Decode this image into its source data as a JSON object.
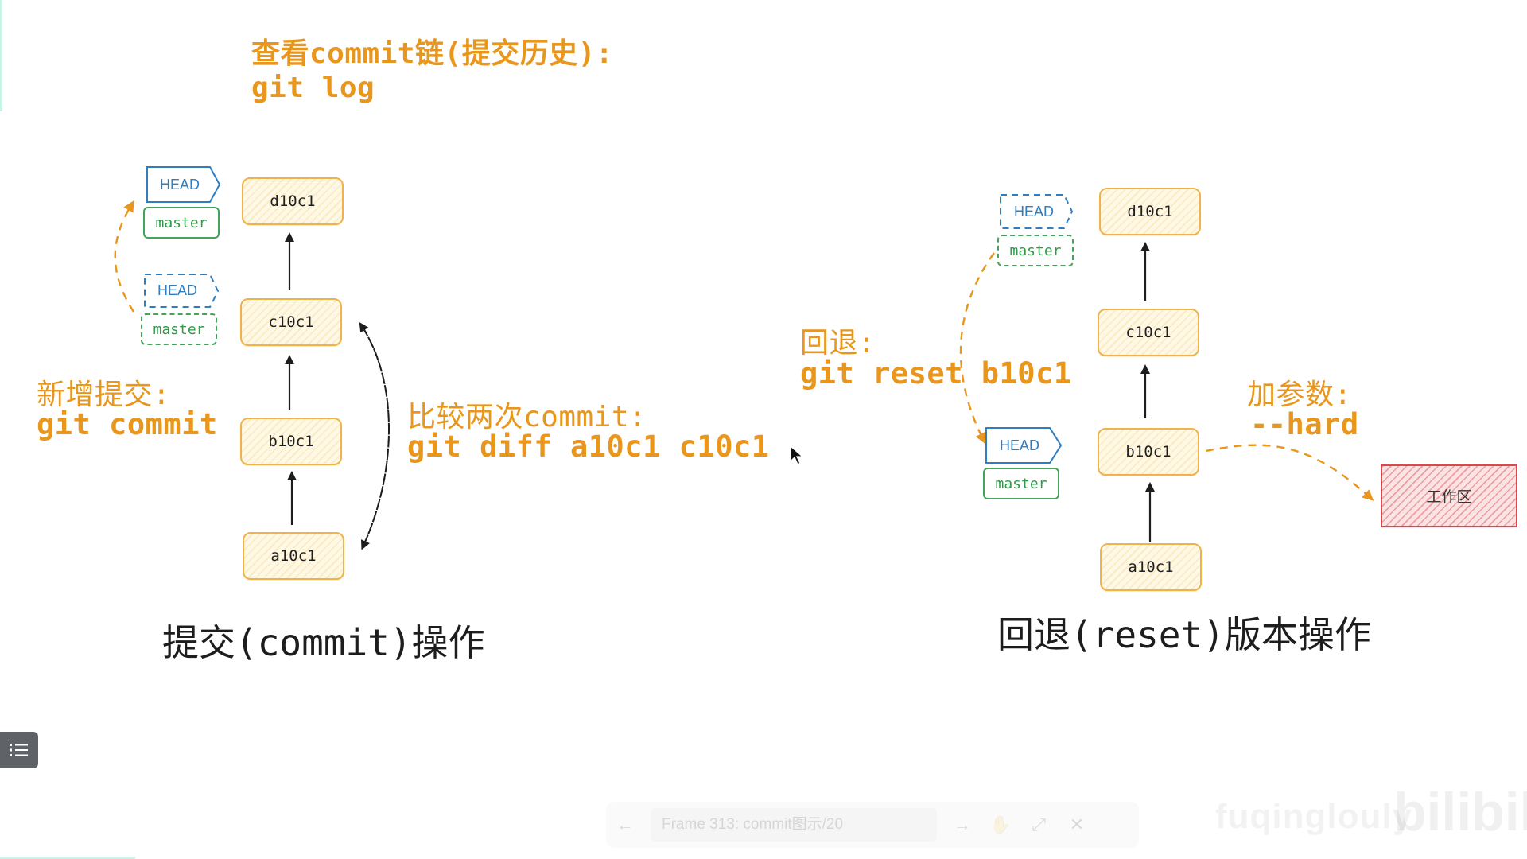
{
  "title": {
    "line1": "查看commit链(提交历史):",
    "line2": "git log"
  },
  "left": {
    "nodes": [
      "d10c1",
      "c10c1",
      "b10c1",
      "a10c1"
    ],
    "head_tag_current": "HEAD",
    "master_tag_current": "master",
    "head_tag_previous": "HEAD",
    "master_tag_previous": "master",
    "annotation_commit_line1": "新增提交:",
    "annotation_commit_line2": "git commit",
    "annotation_diff_line1": "比较两次commit:",
    "annotation_diff_line2": "git diff a10c1 c10c1",
    "caption": "提交(commit)操作"
  },
  "right": {
    "nodes": [
      "d10c1",
      "c10c1",
      "b10c1",
      "a10c1"
    ],
    "head_tag_previous": "HEAD",
    "master_tag_previous": "master",
    "head_tag_current": "HEAD",
    "master_tag_current": "master",
    "annotation_reset_line1": "回退:",
    "annotation_reset_line2": "git reset b10c1",
    "annotation_hard_line1": "加参数:",
    "annotation_hard_line2": "--hard",
    "workarea_label": "工作区",
    "caption": "回退(reset)版本操作"
  },
  "toolbar": {
    "menu_icon": "list-icon",
    "prev_icon": "arrow-left-icon",
    "frame_title": "Frame 313:  commit图示/20",
    "next_icon": "arrow-right-icon",
    "hand_icon": "hand-icon",
    "fullscreen_icon": "collapse-icon",
    "close_icon": "close-icon"
  },
  "watermark": {
    "user": "fuqinglouly",
    "logo": "bilibili"
  },
  "colors": {
    "orange": "#e8961c",
    "node_border": "#f0b24b",
    "head_blue": "#2f7ec2",
    "master_green": "#2f9a47",
    "workarea_red": "#d9484e"
  }
}
